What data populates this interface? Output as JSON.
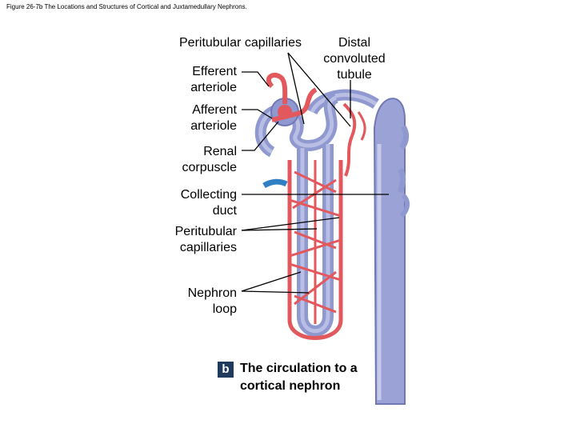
{
  "figure_header": "Figure 26-7b The Locations and Structures of Cortical and Juxtamedullary Nephrons.",
  "labels": {
    "peritubular_top": "Peritubular capillaries",
    "distal": [
      "Distal",
      "convoluted",
      "tubule"
    ],
    "efferent": [
      "Efferent",
      "arteriole"
    ],
    "afferent": [
      "Afferent",
      "arteriole"
    ],
    "renal_corpuscle": [
      "Renal",
      "corpuscle"
    ],
    "collecting_duct": [
      "Collecting",
      "duct"
    ],
    "peritubular_lower": [
      "Peritubular",
      "capillaries"
    ],
    "nephron_loop": [
      "Nephron",
      "loop"
    ]
  },
  "caption": {
    "letter": "b",
    "text": [
      "The circulation to a",
      "cortical nephron"
    ]
  },
  "colors": {
    "vessel_red": "#e2585c",
    "vessel_red_light": "#f08a8c",
    "tubule_blue": "#8f98cf",
    "tubule_blue_light": "#b8bee4",
    "collecting_blue": "#2f7fc4",
    "leader_line": "#000000"
  }
}
